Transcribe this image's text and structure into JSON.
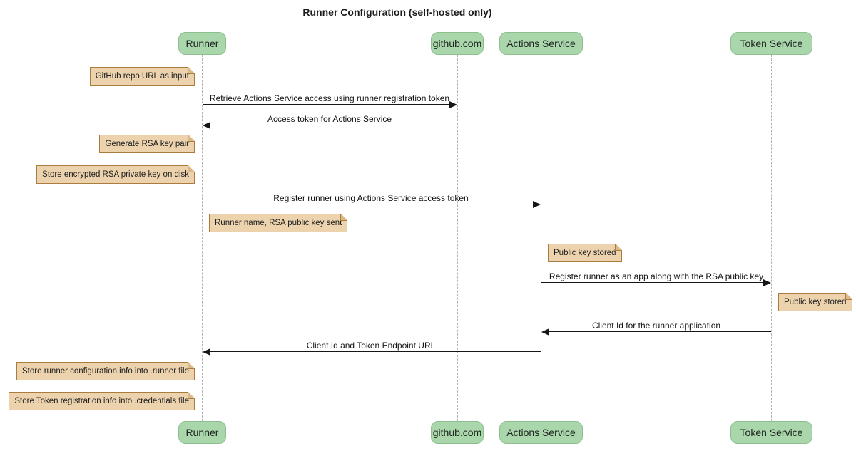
{
  "title": "Runner Configuration (self-hosted only)",
  "colors": {
    "actor_fill": "#a9d6ab",
    "actor_border": "#8cbe8e",
    "note_fill": "#ecd2ad",
    "note_border": "#aa7d3e",
    "lifeline": "#b0b0b0",
    "message_line": "#161616"
  },
  "participants": [
    {
      "label": "Runner"
    },
    {
      "label": "github.com"
    },
    {
      "label": "Actions Service"
    },
    {
      "label": "Token Service"
    }
  ],
  "messages": [
    {
      "text": "Retrieve Actions Service access using runner registration token",
      "from": "Runner",
      "to": "github.com",
      "direction": "right"
    },
    {
      "text": "Access token for Actions Service",
      "from": "github.com",
      "to": "Runner",
      "direction": "left"
    },
    {
      "text": "Register runner using Actions Service access token",
      "from": "Runner",
      "to": "Actions Service",
      "direction": "right"
    },
    {
      "text": "Register runner as an app along with the RSA public key",
      "from": "Actions Service",
      "to": "Token Service",
      "direction": "right"
    },
    {
      "text": "Client Id for the runner application",
      "from": "Token Service",
      "to": "Actions Service",
      "direction": "left"
    },
    {
      "text": "Client Id and Token Endpoint URL",
      "from": "Actions Service",
      "to": "Runner",
      "direction": "left"
    }
  ],
  "notes": [
    {
      "text": "GitHub repo URL as input",
      "position": "left of Runner"
    },
    {
      "text": "Generate RSA key pair",
      "position": "left of Runner"
    },
    {
      "text": "Store encrypted RSA private key on disk",
      "position": "left of Runner"
    },
    {
      "text": "Runner name, RSA public key sent",
      "position": "right of Runner"
    },
    {
      "text": "Public key stored",
      "position": "right of Actions Service"
    },
    {
      "text": "Public key stored",
      "position": "right of Token Service"
    },
    {
      "text": "Store runner configuration info into .runner file",
      "position": "left of Runner"
    },
    {
      "text": "Store Token registration info into .credentials file",
      "position": "left of Runner"
    }
  ]
}
